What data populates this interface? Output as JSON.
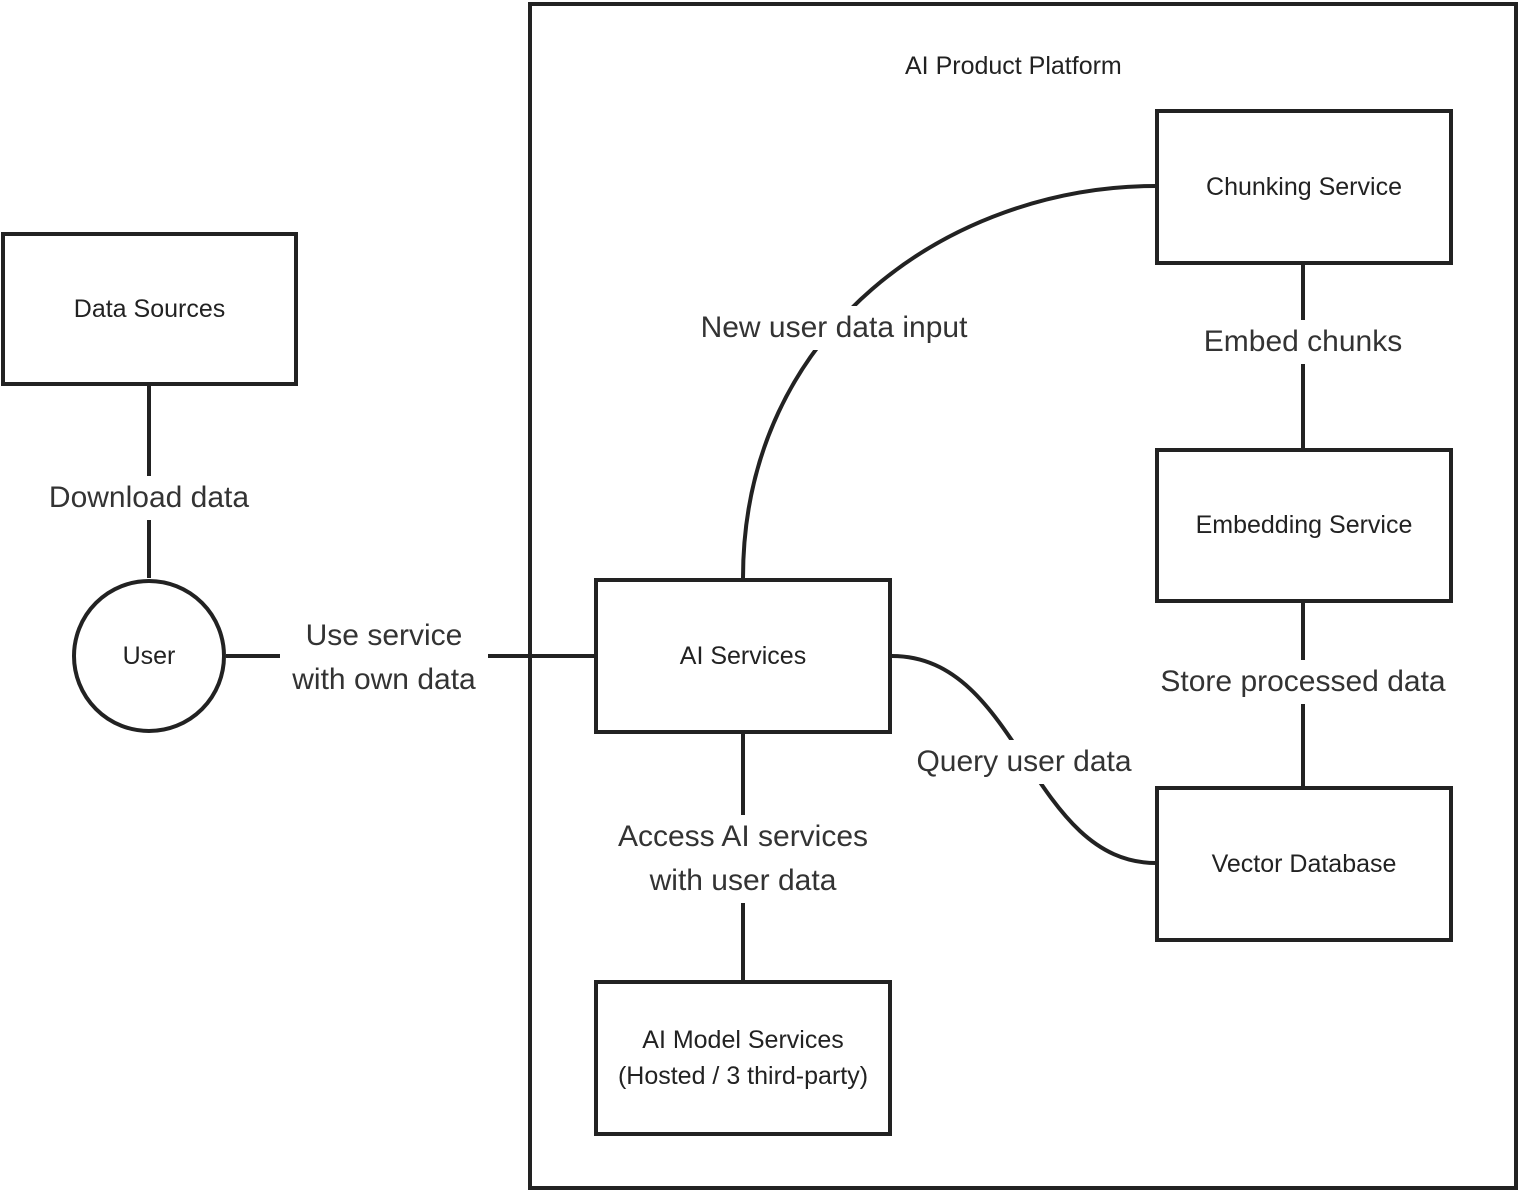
{
  "platform": {
    "title": "AI Product Platform"
  },
  "nodes": {
    "data_sources": "Data Sources",
    "user": "User",
    "ai_services": "AI Services",
    "ai_model_services_line1": "AI Model Services",
    "ai_model_services_line2": "(Hosted / 3 third-party)",
    "chunking_service": "Chunking Service",
    "embedding_service": "Embedding Service",
    "vector_database": "Vector Database"
  },
  "edges": {
    "download_data": "Download data",
    "use_service_line1": "Use service",
    "use_service_line2": "with own data",
    "new_user_data_input": "New user data input",
    "embed_chunks": "Embed chunks",
    "store_processed_data": "Store processed data",
    "query_user_data": "Query user data",
    "access_ai_line1": "Access AI services",
    "access_ai_line2": "with user data"
  },
  "colors": {
    "stroke": "#222222",
    "background": "#ffffff"
  }
}
